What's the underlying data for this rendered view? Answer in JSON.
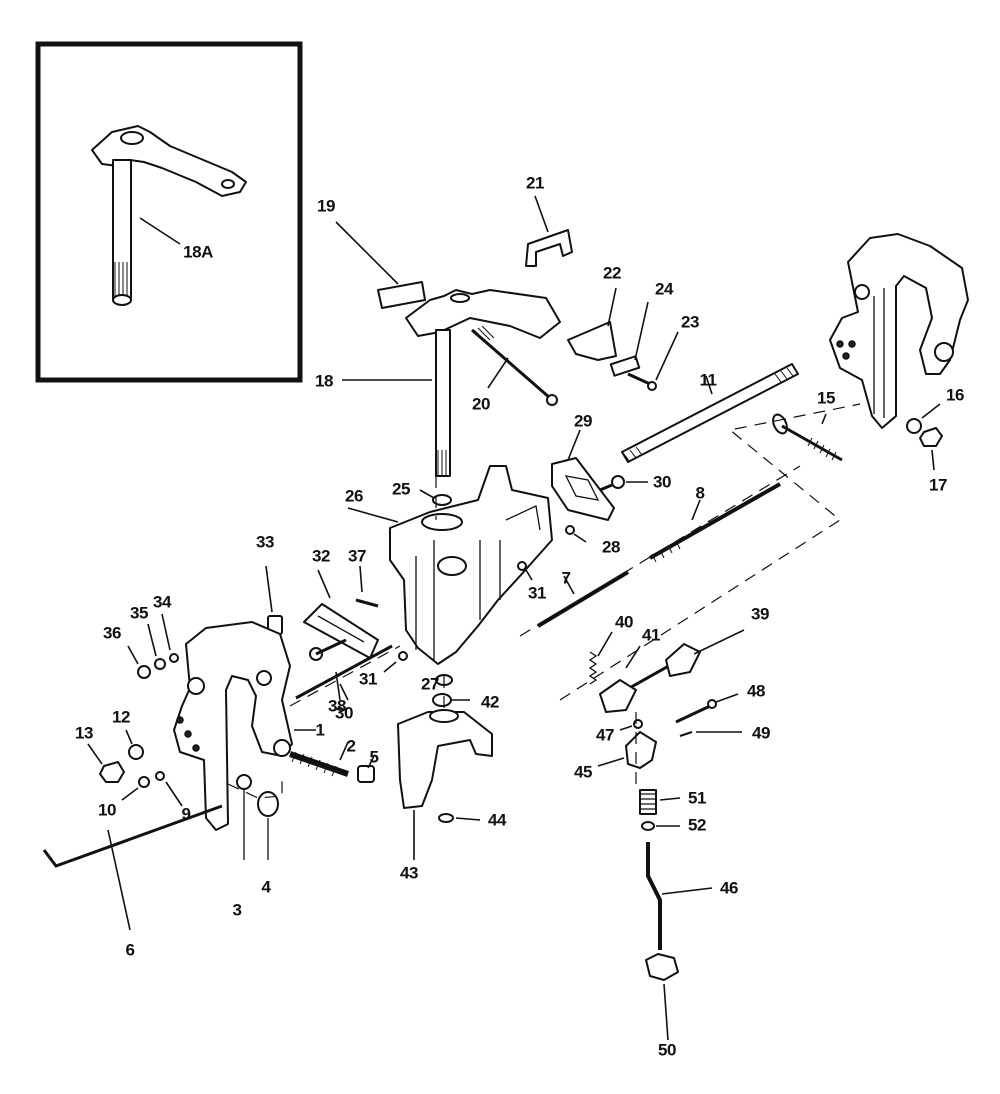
{
  "inset": {
    "label": "18A"
  },
  "callouts": [
    {
      "id": "c18a",
      "text": "18A"
    },
    {
      "id": "c1",
      "text": "1"
    },
    {
      "id": "c2",
      "text": "2"
    },
    {
      "id": "c3",
      "text": "3"
    },
    {
      "id": "c4",
      "text": "4"
    },
    {
      "id": "c5",
      "text": "5"
    },
    {
      "id": "c6",
      "text": "6"
    },
    {
      "id": "c7",
      "text": "7"
    },
    {
      "id": "c8",
      "text": "8"
    },
    {
      "id": "c9",
      "text": "9"
    },
    {
      "id": "c10",
      "text": "10"
    },
    {
      "id": "c11",
      "text": "11"
    },
    {
      "id": "c12",
      "text": "12"
    },
    {
      "id": "c13",
      "text": "13"
    },
    {
      "id": "c15",
      "text": "15"
    },
    {
      "id": "c16",
      "text": "16"
    },
    {
      "id": "c17",
      "text": "17"
    },
    {
      "id": "c18",
      "text": "18"
    },
    {
      "id": "c19",
      "text": "19"
    },
    {
      "id": "c20",
      "text": "20"
    },
    {
      "id": "c21",
      "text": "21"
    },
    {
      "id": "c22",
      "text": "22"
    },
    {
      "id": "c23",
      "text": "23"
    },
    {
      "id": "c24",
      "text": "24"
    },
    {
      "id": "c25",
      "text": "25"
    },
    {
      "id": "c26",
      "text": "26"
    },
    {
      "id": "c27",
      "text": "27"
    },
    {
      "id": "c28",
      "text": "28"
    },
    {
      "id": "c29",
      "text": "29"
    },
    {
      "id": "c30a",
      "text": "30"
    },
    {
      "id": "c30b",
      "text": "30"
    },
    {
      "id": "c31a",
      "text": "31"
    },
    {
      "id": "c31b",
      "text": "31"
    },
    {
      "id": "c32",
      "text": "32"
    },
    {
      "id": "c33",
      "text": "33"
    },
    {
      "id": "c34",
      "text": "34"
    },
    {
      "id": "c35",
      "text": "35"
    },
    {
      "id": "c36",
      "text": "36"
    },
    {
      "id": "c37",
      "text": "37"
    },
    {
      "id": "c38",
      "text": "38"
    },
    {
      "id": "c39",
      "text": "39"
    },
    {
      "id": "c40",
      "text": "40"
    },
    {
      "id": "c41",
      "text": "41"
    },
    {
      "id": "c42",
      "text": "42"
    },
    {
      "id": "c43",
      "text": "43"
    },
    {
      "id": "c44",
      "text": "44"
    },
    {
      "id": "c45",
      "text": "45"
    },
    {
      "id": "c46",
      "text": "46"
    },
    {
      "id": "c47",
      "text": "47"
    },
    {
      "id": "c48",
      "text": "48"
    },
    {
      "id": "c49",
      "text": "49"
    },
    {
      "id": "c50",
      "text": "50"
    },
    {
      "id": "c51",
      "text": "51"
    },
    {
      "id": "c52",
      "text": "52"
    }
  ]
}
